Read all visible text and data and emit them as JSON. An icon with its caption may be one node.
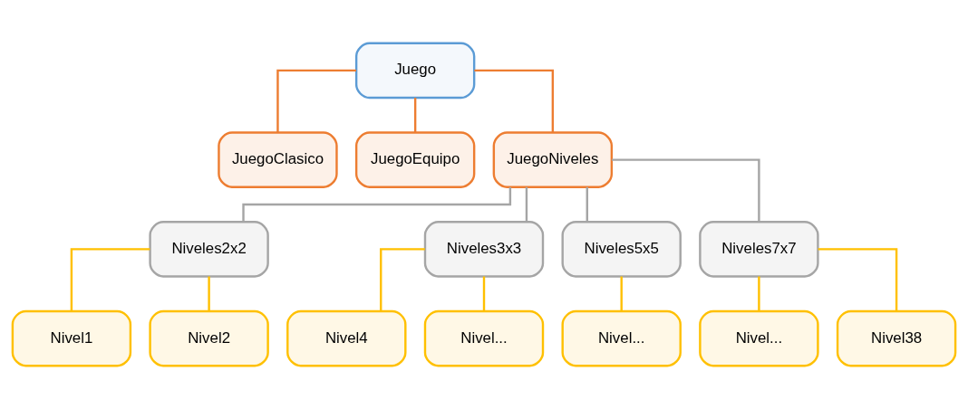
{
  "diagram": {
    "nodes": [
      {
        "text": [
          "Juego"
        ]
      },
      {
        "text": [
          "JuegoClasico"
        ]
      },
      {
        "text": [
          "JuegoEquipo"
        ]
      },
      {
        "text": [
          "JuegoNiveles"
        ]
      },
      {
        "text": [
          "Niveles2x2"
        ]
      },
      {
        "text": [
          "Niveles3x3"
        ]
      },
      {
        "text": [
          "Niveles5x5"
        ]
      },
      {
        "text": [
          "Niveles7x7"
        ]
      },
      {
        "text": [
          "Nivel1"
        ]
      },
      {
        "text": [
          "Nivel2"
        ]
      },
      {
        "text": [
          "Nivel4"
        ]
      },
      {
        "text": [
          "Nivel..."
        ]
      },
      {
        "text": [
          "Nivel..."
        ]
      },
      {
        "text": [
          "Nivel..."
        ]
      },
      {
        "text": [
          "Nivel38"
        ]
      }
    ],
    "edges": [
      {
        "from": 0,
        "to": 1,
        "arrow": "none",
        "color": "#ed7d31"
      },
      {
        "from": 0,
        "to": 2,
        "arrow": "none",
        "color": "#ed7d31"
      },
      {
        "from": 0,
        "to": 3,
        "arrow": "none",
        "color": "#ed7d31"
      },
      {
        "from": 3,
        "to": 4,
        "arrow": "none",
        "color": "#a5a5a5"
      },
      {
        "from": 3,
        "to": 5,
        "arrow": "none",
        "color": "#a5a5a5"
      },
      {
        "from": 3,
        "to": 6,
        "arrow": "none",
        "color": "#a5a5a5"
      },
      {
        "from": 3,
        "to": 7,
        "arrow": "none",
        "color": "#a5a5a5"
      },
      {
        "from": 4,
        "to": 8,
        "arrow": "none"
      },
      {
        "from": 4,
        "to": 9,
        "arrow": "none"
      },
      {
        "from": 5,
        "to": 10,
        "arrow": "none"
      },
      {
        "from": 5,
        "to": 11,
        "arrow": "none"
      },
      {
        "from": 6,
        "to": 12,
        "arrow": "none"
      },
      {
        "from": 7,
        "to": 13,
        "arrow": "none"
      },
      {
        "from": 7,
        "to": 14,
        "arrow": "none"
      }
    ]
  }
}
